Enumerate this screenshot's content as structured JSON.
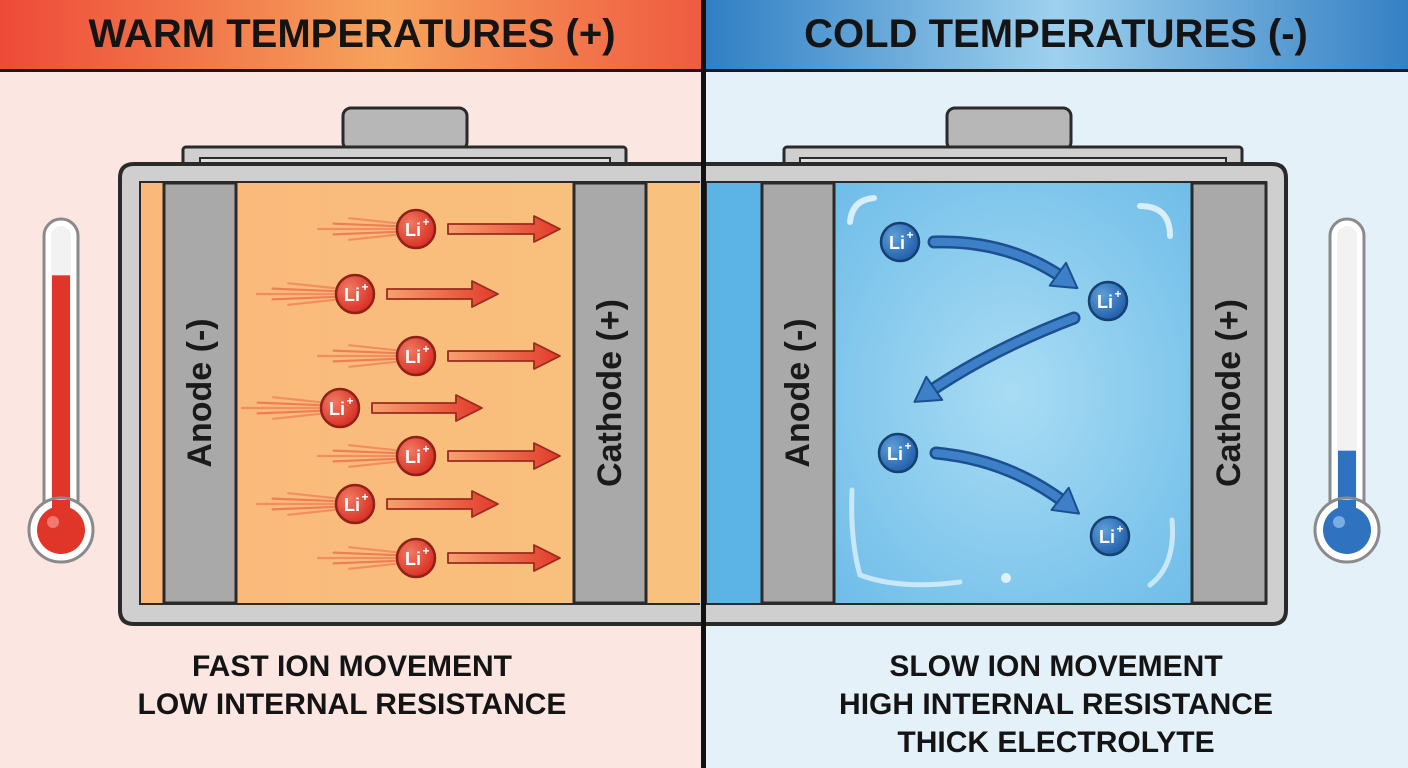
{
  "warm": {
    "title": "WARM TEMPERATURES (+)",
    "anode_label": "Anode (-)",
    "cathode_label": "Cathode (+)",
    "ion_label": "Li",
    "ion_charge": "+",
    "caption_lines": [
      "FAST ION MOVEMENT",
      "LOW INTERNAL RESISTANCE"
    ],
    "thermometer_level": 0.82,
    "colors": {
      "accent": "#e53a2c",
      "electrolyte": "#f9c07a",
      "ion": "#e2372a"
    }
  },
  "cold": {
    "title": "COLD TEMPERATURES (-)",
    "anode_label": "Anode (-)",
    "cathode_label": "Cathode (+)",
    "ion_label": "Li",
    "ion_charge": "+",
    "caption_lines": [
      "SLOW ION MOVEMENT",
      "HIGH INTERNAL RESISTANCE",
      "THICK ELECTROLYTE"
    ],
    "thermometer_level": 0.18,
    "colors": {
      "accent": "#2f73c0",
      "electrolyte": "#7fc4ec",
      "ion": "#2d6fba"
    }
  }
}
